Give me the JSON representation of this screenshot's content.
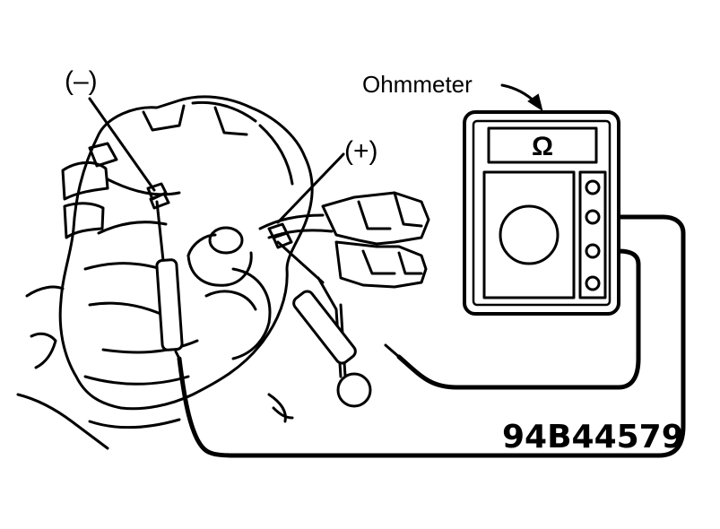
{
  "labels": {
    "ohmmeter": "Ohmmeter",
    "negative_probe": "(–)",
    "positive_probe": "(+)",
    "figure_code": "94B44579",
    "ohm_symbol": "Ω"
  },
  "colors": {
    "ink": "#000000",
    "paper": "#ffffff"
  }
}
